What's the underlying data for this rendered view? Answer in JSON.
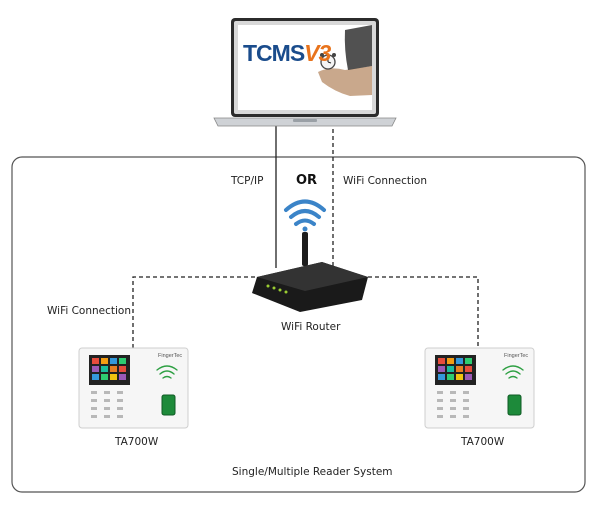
{
  "labels": {
    "tcpip": "TCP/IP",
    "or": "OR",
    "wifi_top": "WiFi Connection",
    "wifi_left": "WiFi Connection",
    "router": "WiFi Router",
    "device_left": "TA700W",
    "device_right": "TA700W",
    "system": "Single/Multiple Reader System"
  },
  "laptop": {
    "logo_text": "TCMS",
    "logo_version": "V3"
  },
  "device": {
    "brand": "FingerTec"
  },
  "colors": {
    "logo_blue": "#1a4c8c",
    "logo_orange": "#e8731c",
    "wifi_blue": "#3b84c8",
    "fingerprint_green": "#1d8a3a",
    "wifi_green": "#2ea043"
  }
}
